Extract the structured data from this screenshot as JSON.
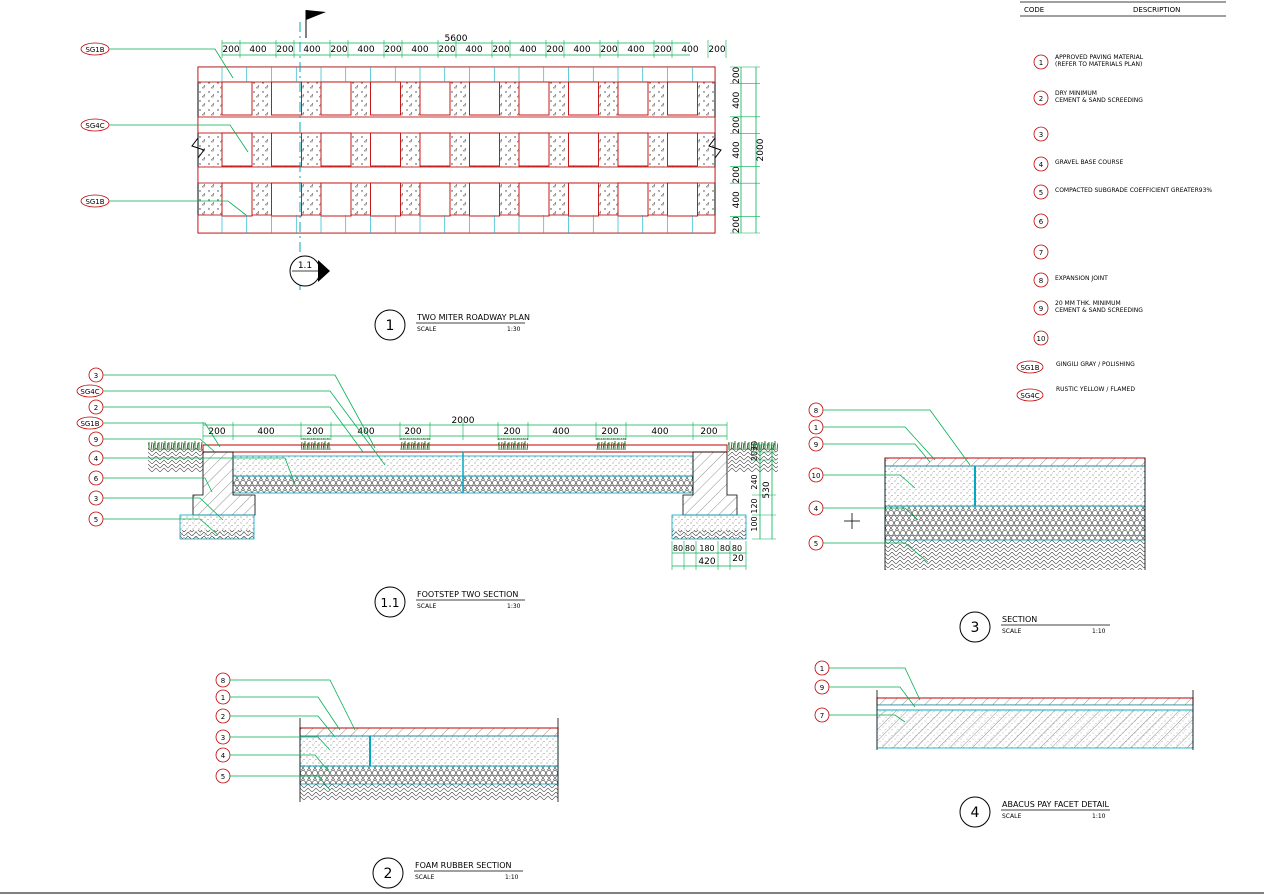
{
  "legend": {
    "header_code": "CODE",
    "header_description": "DESCRIPTION",
    "items": [
      {
        "code": "1",
        "text": "APPROVED PAVING MATERIAL",
        "text2": "(REFER TO MATERIALS PLAN)"
      },
      {
        "code": "2",
        "text": "DRY MINIMUM",
        "text2": "CEMENT & SAND SCREEDING"
      },
      {
        "code": "3",
        "text": "",
        "text2": ""
      },
      {
        "code": "4",
        "text": "GRAVEL BASE COURSE",
        "text2": ""
      },
      {
        "code": "5",
        "text": "COMPACTED SUBGRADE COEFFICIENT GREATER93%",
        "text2": ""
      },
      {
        "code": "6",
        "text": "",
        "text2": ""
      },
      {
        "code": "7",
        "text": "",
        "text2": ""
      },
      {
        "code": "8",
        "text": "EXPANSION JOINT",
        "text2": ""
      },
      {
        "code": "9",
        "text": "20 MM THK. MINIMUM",
        "text2": "CEMENT & SAND SCREEDING"
      },
      {
        "code": "10",
        "text": "",
        "text2": ""
      }
    ],
    "materials": [
      {
        "code": "SG1B",
        "text": "GINGILI GRAY / POLISHING"
      },
      {
        "code": "SG4C",
        "text": "RUSTIC YELLOW / FLAMED"
      }
    ]
  },
  "plan": {
    "total_width": "5600",
    "top_dims": [
      "200",
      "400",
      "200",
      "400",
      "200",
      "400",
      "200",
      "400",
      "200",
      "400",
      "200",
      "400",
      "200",
      "400",
      "200",
      "400",
      "200",
      "400",
      "200"
    ],
    "right_dims": [
      "200",
      "400",
      "200",
      "400",
      "200",
      "400",
      "200"
    ],
    "total_height": "2000",
    "tags": [
      "SG1B",
      "SG4C",
      "SG1B"
    ],
    "section_marker": "1.1"
  },
  "footstep": {
    "total_width": "2000",
    "top_dims": [
      "200",
      "400",
      "200",
      "400",
      "200",
      "200",
      "400",
      "200",
      "400",
      "200"
    ],
    "callouts": [
      "3",
      "SG4C",
      "2",
      "SG1B",
      "9",
      "4",
      "6",
      "3",
      "5"
    ],
    "right_dims": [
      "30",
      "20",
      "240",
      "120",
      "100"
    ],
    "right_total": "530",
    "bottom_dims": [
      "80",
      "80",
      "180",
      "80",
      "80"
    ],
    "bottom_total": "420",
    "bottom_small": "20"
  },
  "section3": {
    "callouts": [
      "8",
      "1",
      "9",
      "10",
      "4",
      "5"
    ]
  },
  "section2": {
    "callouts": [
      "8",
      "1",
      "2",
      "3",
      "4",
      "5"
    ]
  },
  "section4": {
    "callouts": [
      "1",
      "9",
      "7"
    ]
  },
  "titles": [
    {
      "num": "1",
      "title": "TWO MITER ROADWAY PLAN",
      "scale_label": "SCALE",
      "scale": "1:30"
    },
    {
      "num": "1.1",
      "title": "FOOTSTEP TWO SECTION",
      "scale_label": "SCALE",
      "scale": "1:30"
    },
    {
      "num": "3",
      "title": "SECTION",
      "scale_label": "SCALE",
      "scale": "1:10"
    },
    {
      "num": "2",
      "title": "FOAM RUBBER SECTION",
      "scale_label": "SCALE",
      "scale": "1:10"
    },
    {
      "num": "4",
      "title": "ABACUS PAY FACET DETAIL",
      "scale_label": "SCALE",
      "scale": "1:10"
    }
  ],
  "colors": {
    "line": "#000000",
    "dimension": "#00b050",
    "paving_red": "#c00000",
    "cyan": "#00a8c0",
    "hatch_grey": "#555555"
  }
}
